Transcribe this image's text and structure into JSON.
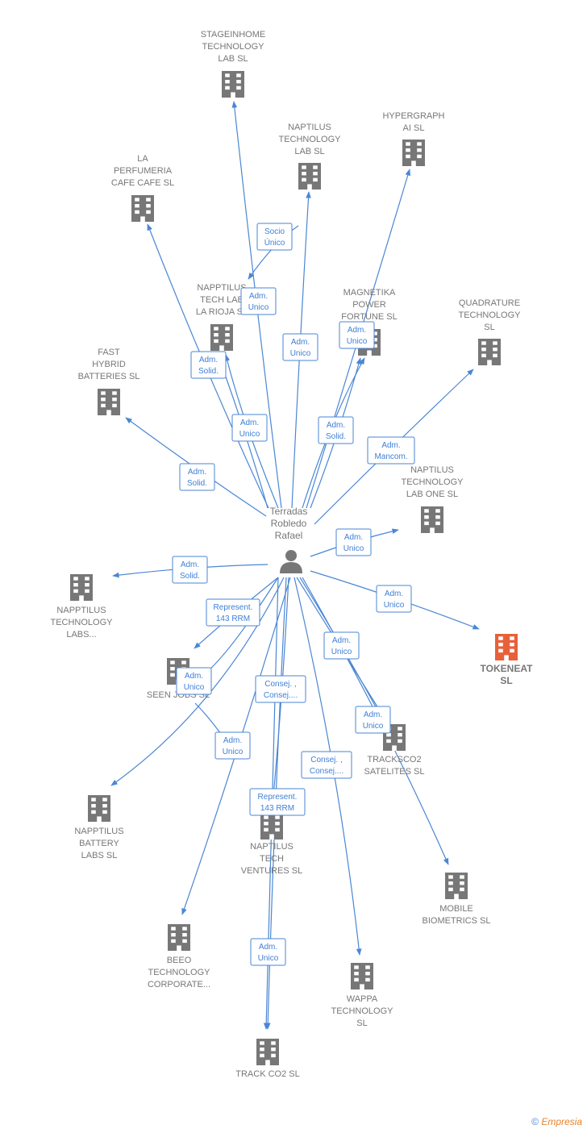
{
  "center": {
    "name_lines": [
      "Terradas",
      "Robledo",
      "Rafael"
    ]
  },
  "companies": [
    {
      "id": "stageinhome",
      "lines": [
        "STAGEINHOME",
        "TECHNOLOGY",
        "LAB  SL"
      ],
      "color": "#777777"
    },
    {
      "id": "naptilus-tech-lab",
      "lines": [
        "NAPTILUS",
        "TECHNOLOGY",
        "LAB  SL"
      ],
      "color": "#777777"
    },
    {
      "id": "hypergraph",
      "lines": [
        "HYPERGRAPH",
        "AI  SL"
      ],
      "color": "#777777"
    },
    {
      "id": "perfumeria",
      "lines": [
        "LA",
        "PERFUMERIA",
        "CAFE CAFE  SL"
      ],
      "color": "#777777"
    },
    {
      "id": "napptilus-rioja",
      "lines": [
        "NAPPTILUS",
        "TECH LAB",
        "LA RIOJA  SL"
      ],
      "color": "#777777"
    },
    {
      "id": "magnetika",
      "lines": [
        "MAGNETIKA",
        "POWER",
        "FORTUNE  SL"
      ],
      "color": "#777777"
    },
    {
      "id": "quadrature",
      "lines": [
        "QUADRATURE",
        "TECHNOLOGY",
        "SL"
      ],
      "color": "#777777"
    },
    {
      "id": "fast-hybrid",
      "lines": [
        "FAST",
        "HYBRID",
        "BATTERIES  SL"
      ],
      "color": "#777777"
    },
    {
      "id": "naptilus-lab-one",
      "lines": [
        "NAPTILUS",
        "TECHNOLOGY",
        "LAB ONE  SL"
      ],
      "color": "#777777"
    },
    {
      "id": "napptilus-labs",
      "lines": [
        "NAPPTILUS",
        "TECHNOLOGY",
        "LABS..."
      ],
      "color": "#777777"
    },
    {
      "id": "tokeneat",
      "lines": [
        "TOKENEAT",
        "SL"
      ],
      "color": "#e8603a",
      "highlight": true
    },
    {
      "id": "seen-jobs",
      "lines": [
        "SEEN JOBS  SL"
      ],
      "color": "#777777"
    },
    {
      "id": "tracksco2",
      "lines": [
        "TRACKSCO2",
        "SATELITES  SL"
      ],
      "color": "#777777"
    },
    {
      "id": "napptilus-battery",
      "lines": [
        "NAPPTILUS",
        "BATTERY",
        "LABS  SL"
      ],
      "color": "#777777"
    },
    {
      "id": "naptilus-ventures",
      "lines": [
        "NAPTILUS",
        "TECH",
        "VENTURES  SL"
      ],
      "color": "#777777"
    },
    {
      "id": "mobile-biometrics",
      "lines": [
        "MOBILE",
        "BIOMETRICS SL"
      ],
      "color": "#777777"
    },
    {
      "id": "beeo",
      "lines": [
        "BEEO",
        "TECHNOLOGY",
        "CORPORATE..."
      ],
      "color": "#777777"
    },
    {
      "id": "wappa",
      "lines": [
        "WAPPA",
        "TECHNOLOGY",
        "SL"
      ],
      "color": "#777777"
    },
    {
      "id": "track-co2",
      "lines": [
        "TRACK CO2  SL"
      ],
      "color": "#777777"
    }
  ],
  "edge_labels": [
    {
      "id": "e-socio-unico",
      "lines": [
        "Socio",
        "Único"
      ]
    },
    {
      "id": "e-adm-unico-rioja",
      "lines": [
        "Adm.",
        "Unico"
      ]
    },
    {
      "id": "e-adm-unico-naptilus",
      "lines": [
        "Adm.",
        "Unico"
      ]
    },
    {
      "id": "e-adm-unico-magnetika",
      "lines": [
        "Adm.",
        "Unico"
      ]
    },
    {
      "id": "e-adm-solid-perfumeria",
      "lines": [
        "Adm.",
        "Solid."
      ]
    },
    {
      "id": "e-adm-unico-stage",
      "lines": [
        "Adm.",
        "Unico"
      ]
    },
    {
      "id": "e-adm-solid-hyper",
      "lines": [
        "Adm.",
        "Solid."
      ]
    },
    {
      "id": "e-adm-mancom",
      "lines": [
        "Adm.",
        "Mancom."
      ]
    },
    {
      "id": "e-adm-solid-fast",
      "lines": [
        "Adm.",
        "Solid."
      ]
    },
    {
      "id": "e-adm-unico-labone",
      "lines": [
        "Adm.",
        "Unico"
      ]
    },
    {
      "id": "e-adm-solid-labs",
      "lines": [
        "Adm.",
        "Solid."
      ]
    },
    {
      "id": "e-adm-unico-tokeneat",
      "lines": [
        "Adm.",
        "Unico"
      ]
    },
    {
      "id": "e-represent-1",
      "lines": [
        "Represent.",
        "143 RRM"
      ]
    },
    {
      "id": "e-adm-unico-tracksco2-a",
      "lines": [
        "Adm.",
        "Unico"
      ]
    },
    {
      "id": "e-adm-unico-seen",
      "lines": [
        "Adm.",
        "Unico"
      ]
    },
    {
      "id": "e-consej-1",
      "lines": [
        "Consej. ,",
        "Consej...."
      ]
    },
    {
      "id": "e-adm-unico-tracksco2-b",
      "lines": [
        "Adm.",
        "Unico"
      ]
    },
    {
      "id": "e-adm-unico-battery",
      "lines": [
        "Adm.",
        "Unico"
      ]
    },
    {
      "id": "e-consej-2",
      "lines": [
        "Consej. ,",
        "Consej...."
      ]
    },
    {
      "id": "e-represent-2",
      "lines": [
        "Represent.",
        "143 RRM"
      ]
    },
    {
      "id": "e-adm-unico-trackco2",
      "lines": [
        "Adm.",
        "Unico"
      ]
    }
  ],
  "footer": {
    "copyright": "©",
    "brand": "Empresia"
  }
}
